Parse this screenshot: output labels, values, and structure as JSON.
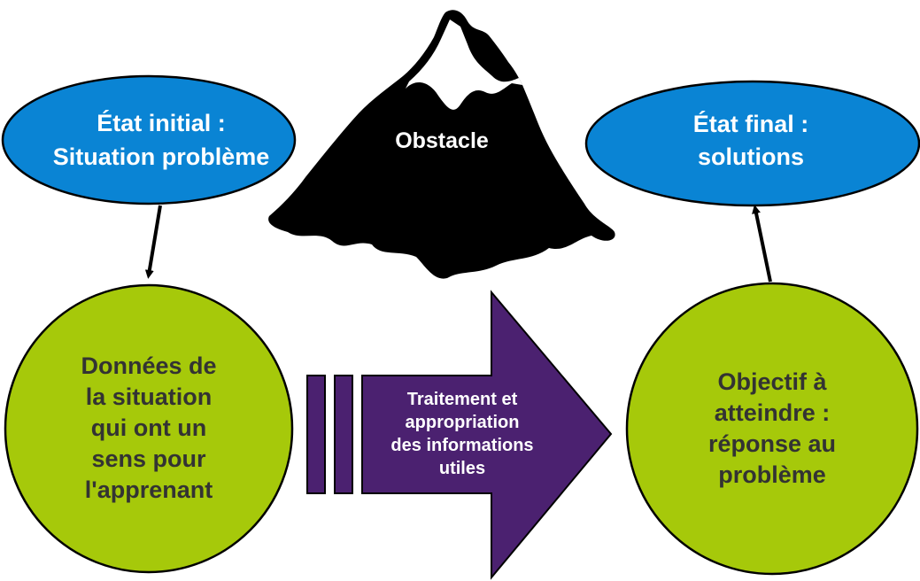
{
  "initial_state": {
    "line1": "État initial :",
    "line2": "Situation problème"
  },
  "final_state": {
    "line1": "État final :",
    "line2": "solutions"
  },
  "obstacle": {
    "label": "Obstacle"
  },
  "data_circle": {
    "lines": [
      "Données de",
      "la situation",
      "qui ont un",
      "sens pour",
      "l'apprenant"
    ]
  },
  "goal_circle": {
    "lines": [
      "Objectif à",
      "atteindre :",
      "réponse au",
      "problème"
    ]
  },
  "process_arrow": {
    "lines": [
      "Traitement et",
      "appropriation",
      "des informations",
      "utiles"
    ]
  },
  "colors": {
    "ellipse_fill": "#0a84d4",
    "circle_fill": "#a6c90a",
    "arrow_fill": "#4b2170",
    "circle_text": "#333333",
    "mountain": "#000000"
  }
}
